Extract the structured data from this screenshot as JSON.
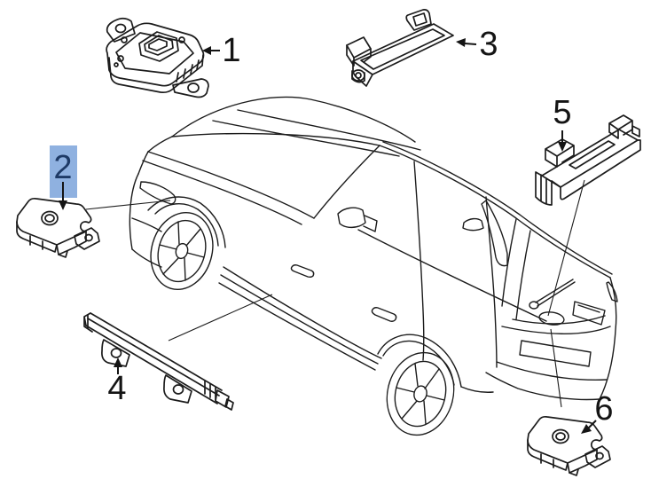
{
  "diagram": {
    "background_color": "#ffffff",
    "line_color": "#1c1c1c",
    "description": "vehicle antenna and control module parts diagram"
  },
  "highlight": {
    "fill": "#8fb1e0",
    "text_color": "#1e3a66",
    "highlighted_part": "2"
  },
  "callouts": [
    {
      "number": "1",
      "highlighted": false
    },
    {
      "number": "2",
      "highlighted": true
    },
    {
      "number": "3",
      "highlighted": false
    },
    {
      "number": "4",
      "highlighted": false
    },
    {
      "number": "5",
      "highlighted": false
    },
    {
      "number": "6",
      "highlighted": false
    }
  ]
}
